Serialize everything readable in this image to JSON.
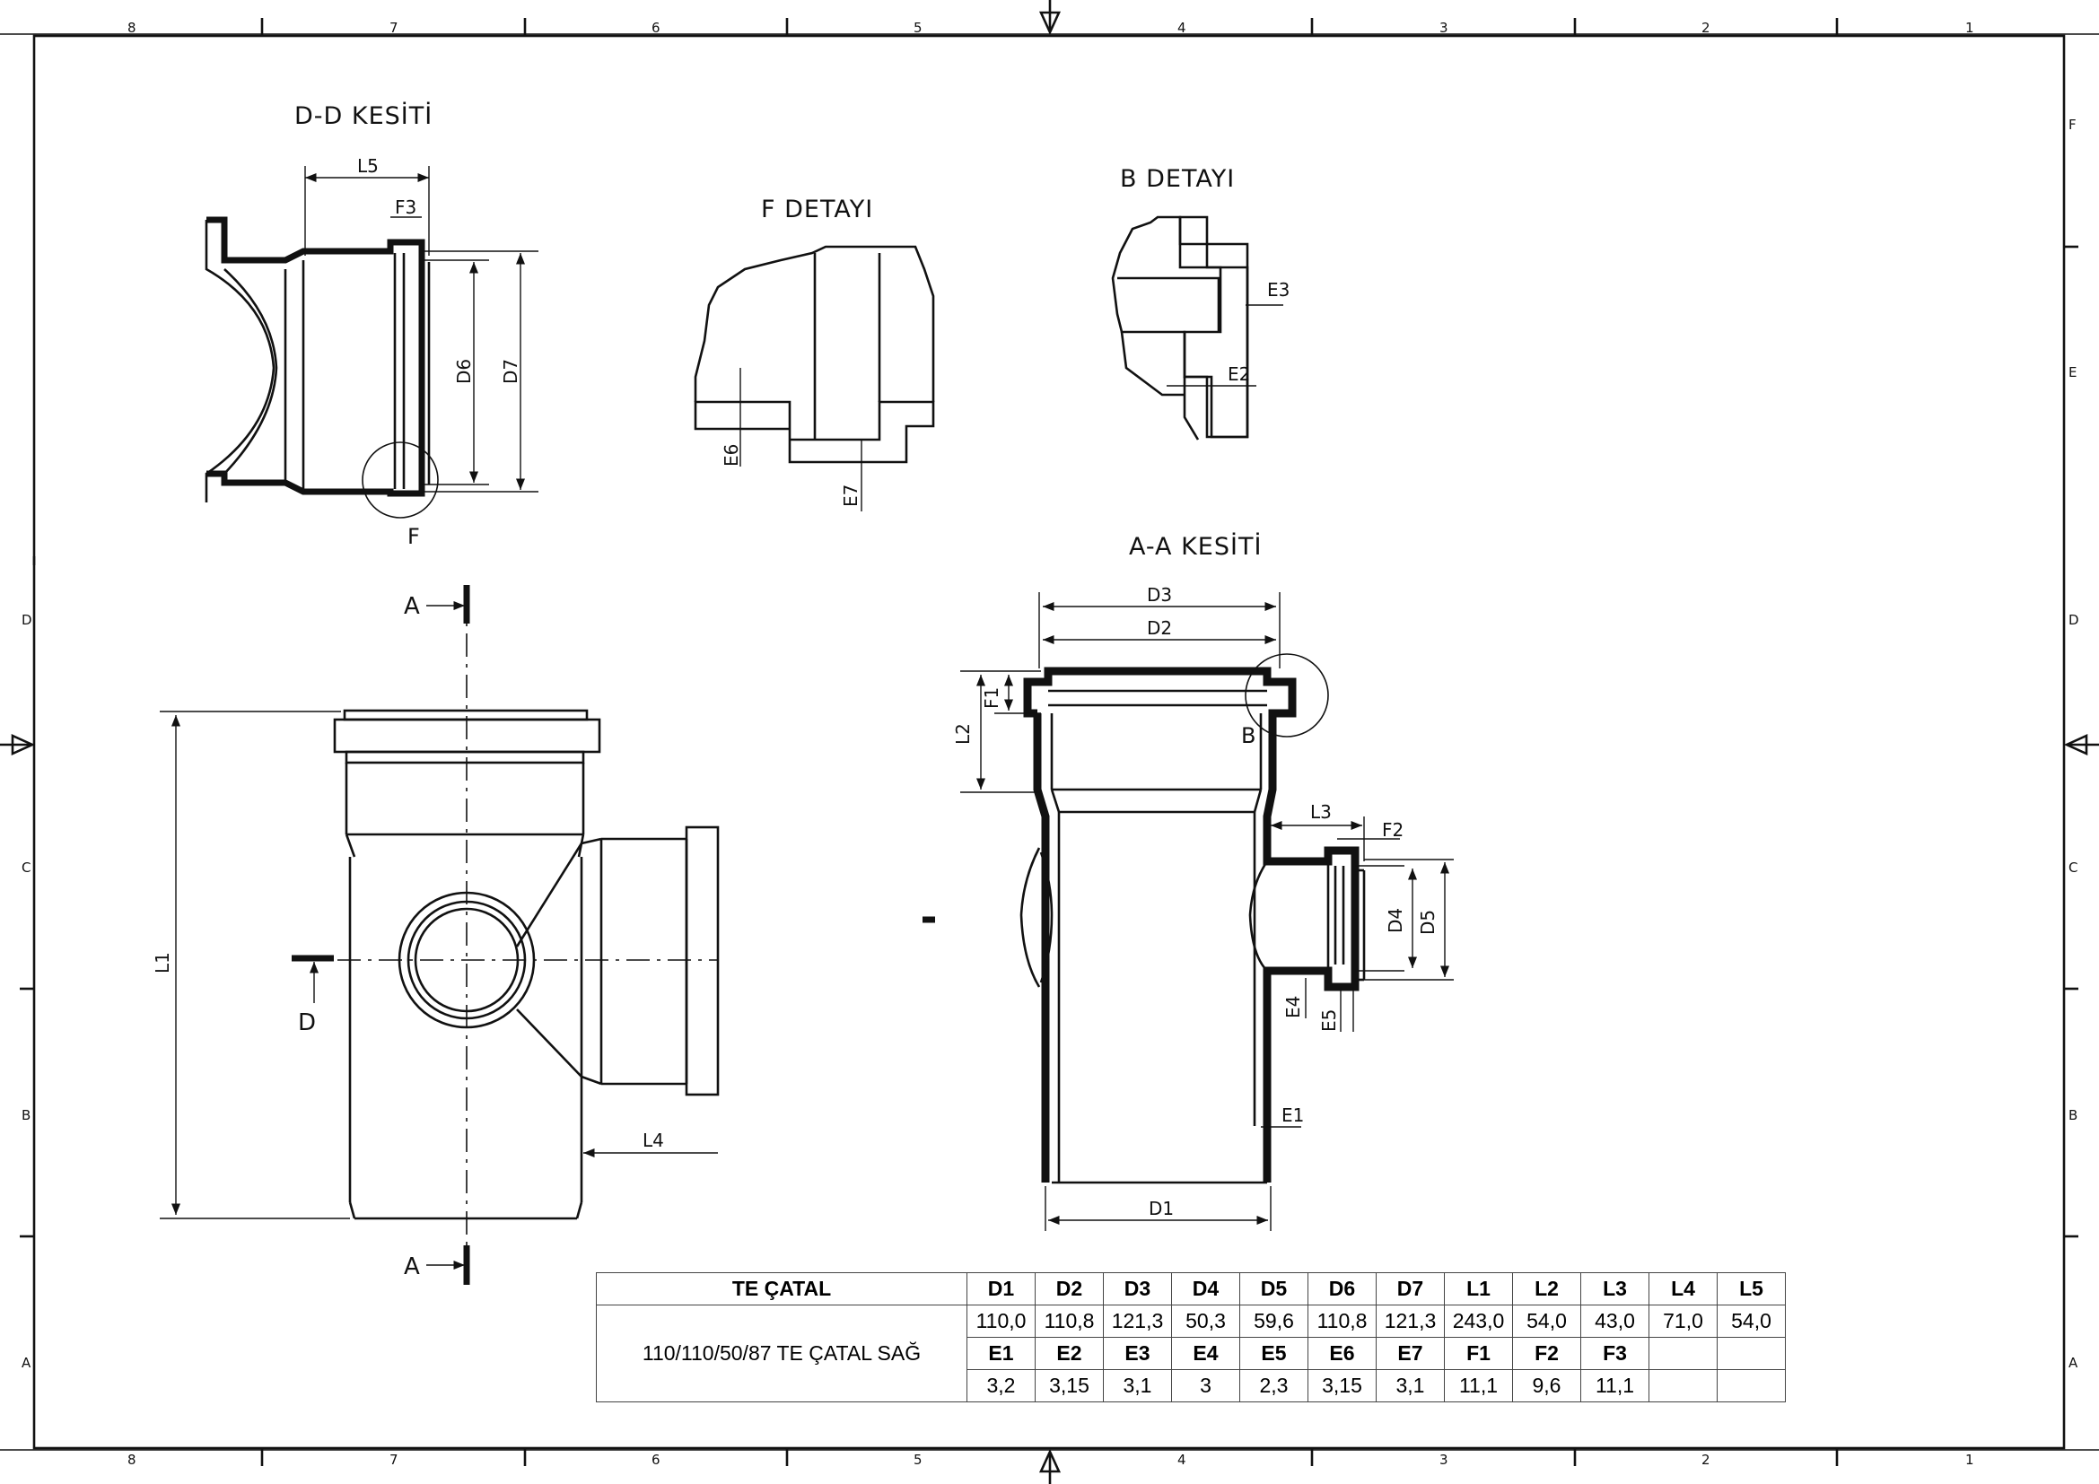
{
  "frame": {
    "columns": [
      "8",
      "7",
      "6",
      "5",
      "4",
      "3",
      "2",
      "1"
    ],
    "rows": [
      "F",
      "E",
      "D",
      "C",
      "B",
      "A"
    ]
  },
  "views": {
    "dd_title": "D-D KESİTİ",
    "f_detail_title": "F DETAYI",
    "b_detail_title": "B DETAYI",
    "aa_title": "A-A KESİTİ",
    "marker_f": "F",
    "marker_b": "B",
    "section_a": "A",
    "section_d": "D"
  },
  "dims": {
    "L1": "L1",
    "L2": "L2",
    "L3": "L3",
    "L4": "L4",
    "L5": "L5",
    "D1": "D1",
    "D2": "D2",
    "D3": "D3",
    "D4": "D4",
    "D5": "D5",
    "D6": "D6",
    "D7": "D7",
    "E1": "E1",
    "E2": "E2",
    "E3": "E3",
    "E4": "E4",
    "E5": "E5",
    "E6": "E6",
    "E7": "E7",
    "F1": "F1",
    "F2": "F2",
    "F3": "F3"
  },
  "table": {
    "title": "TE ÇATAL",
    "product": "110/110/50/87 TE ÇATAL SAĞ",
    "row1_headers": [
      "D1",
      "D2",
      "D3",
      "D4",
      "D5",
      "D6",
      "D7",
      "L1",
      "L2",
      "L3",
      "L4",
      "L5"
    ],
    "row1_values": [
      "110,0",
      "110,8",
      "121,3",
      "50,3",
      "59,6",
      "110,8",
      "121,3",
      "243,0",
      "54,0",
      "43,0",
      "71,0",
      "54,0"
    ],
    "row2_headers": [
      "E1",
      "E2",
      "E3",
      "E4",
      "E5",
      "E6",
      "E7",
      "F1",
      "F2",
      "F3",
      "",
      ""
    ],
    "row2_values": [
      "3,2",
      "3,15",
      "3,1",
      "3",
      "2,3",
      "3,15",
      "3,1",
      "11,1",
      "9,6",
      "11,1",
      "",
      ""
    ]
  }
}
